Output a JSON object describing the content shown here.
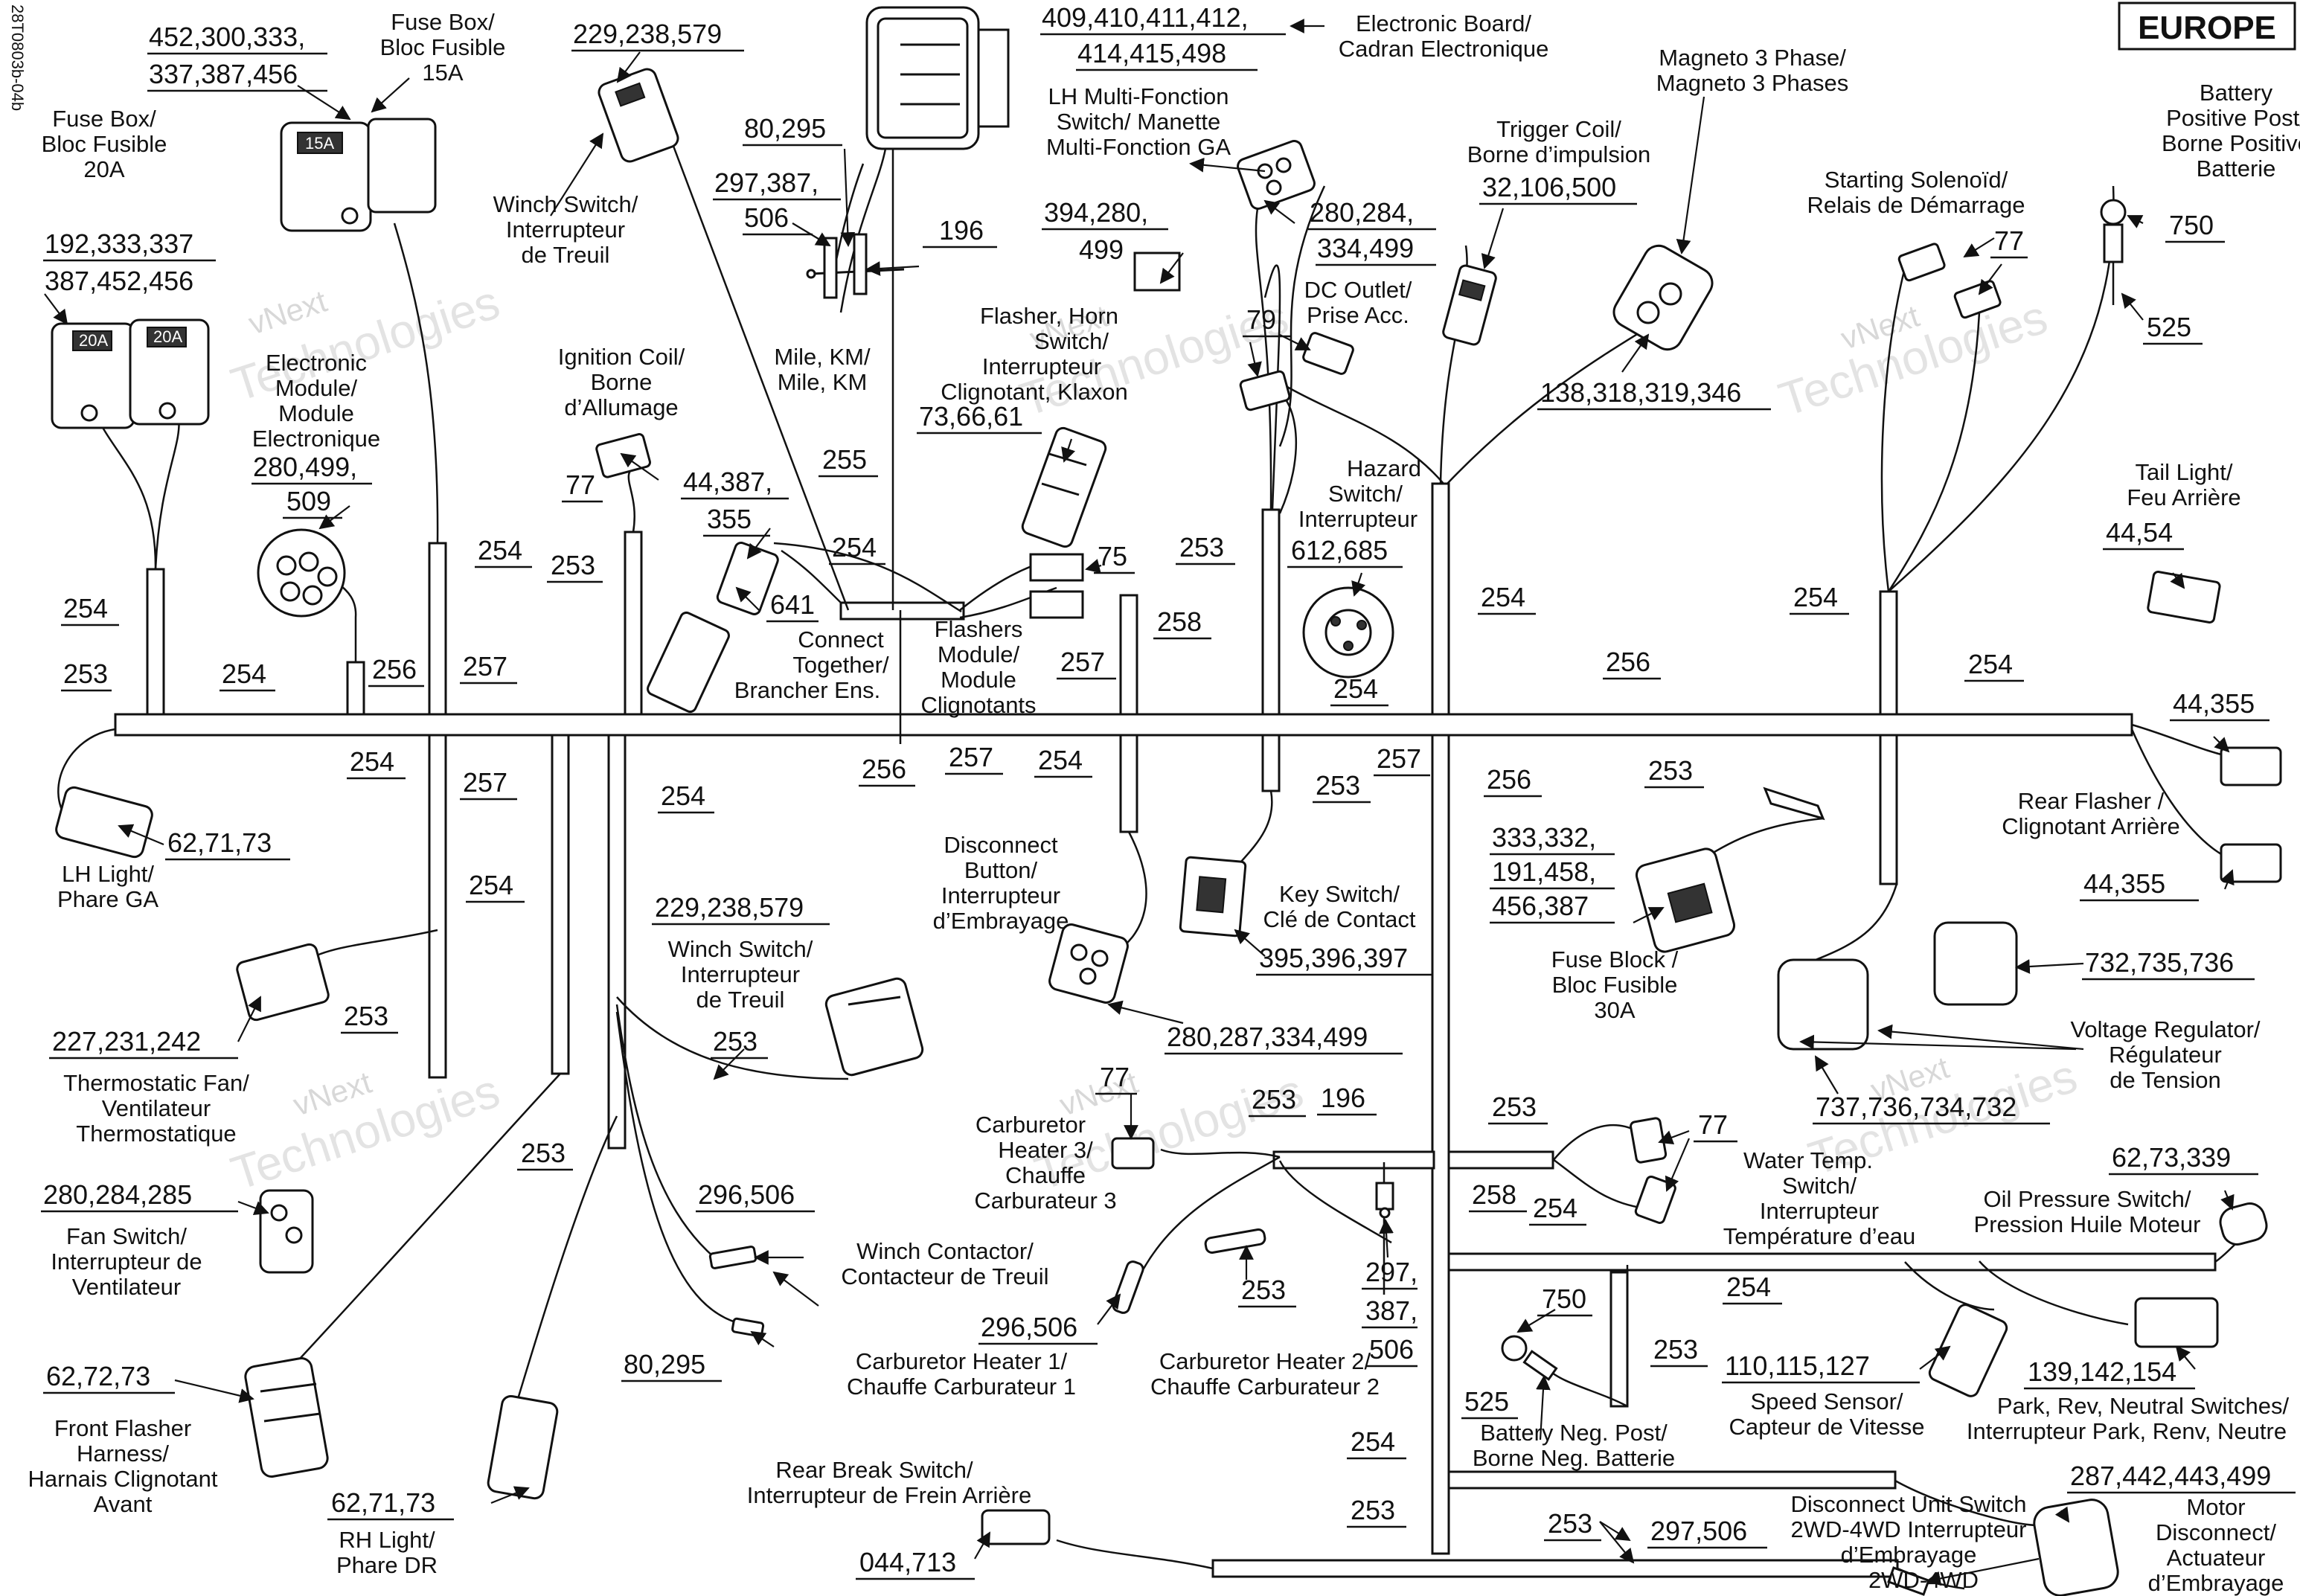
{
  "side_code": "28T0803b-04b",
  "region": "EUROPE",
  "watermark": [
    "vNext",
    "Technologies",
    "vNext Technologies"
  ],
  "components": {
    "fuse_box_20a": {
      "label": [
        "Fuse Box/",
        "Bloc Fusible",
        "20A"
      ],
      "refs": [
        "192,333,337",
        "387,452,456"
      ],
      "marks": [
        "20A",
        "20A"
      ]
    },
    "fuse_box_15a": {
      "label": [
        "Fuse Box/",
        "Bloc Fusible",
        "15A"
      ],
      "refs": [
        "452,300,333,",
        "337,387,456"
      ],
      "marks": [
        "15A"
      ]
    },
    "winch_switch_top": {
      "label": [
        "Winch Switch/",
        "Interrupteur",
        "de Treuil"
      ],
      "refs": [
        "229,238,579"
      ]
    },
    "electronic_board": {
      "label": [
        "Electronic Board/",
        "Cadran Electronique"
      ],
      "refs": [
        "409,410,411,412,",
        "414,415,498"
      ]
    },
    "lh_multi_switch": {
      "label": [
        "LH Multi-Fonction",
        "Switch/ Manette",
        "Multi-Fonction GA"
      ],
      "refs_left": [
        "394,280,",
        "499"
      ],
      "refs_right": [
        "280,284,",
        "334,499"
      ]
    },
    "mile_km": {
      "label": [
        "Mile, KM/",
        "Mile, KM"
      ],
      "refs": [
        "80,295",
        "297,387,",
        "506",
        "196"
      ]
    },
    "electronic_module": {
      "label": [
        "Electronic",
        "Module/",
        "Module",
        "Electronique"
      ],
      "refs": [
        "280,499,",
        "509"
      ]
    },
    "ignition_coil": {
      "label": [
        "Ignition Coil/",
        "Borne",
        "d’Allumage"
      ],
      "refs": [
        "77"
      ]
    },
    "connect_together": {
      "label": [
        "Connect",
        "Together/",
        "Brancher Ens."
      ],
      "refs": [
        "44,387,",
        "355",
        "641"
      ]
    },
    "flasher_horn_switch": {
      "label": [
        "Flasher, Horn",
        "Switch/",
        "Interrupteur",
        "Clignotant, Klaxon"
      ],
      "refs": [
        "73,66,61"
      ]
    },
    "flashers_module": {
      "label": [
        "Flashers",
        "Module/",
        "Module",
        "Clignotants"
      ],
      "refs": [
        "75"
      ]
    },
    "dc_outlet": {
      "label": [
        "DC Outlet/",
        "Prise Acc."
      ],
      "refs": [
        "79"
      ]
    },
    "hazard_switch": {
      "label": [
        "Hazard",
        "Switch/",
        "Interrupteur"
      ],
      "refs": [
        "612,685"
      ]
    },
    "trigger_coil": {
      "label": [
        "Trigger Coil/",
        "Borne d’impulsion"
      ],
      "refs": [
        "32,106,500"
      ]
    },
    "magneto": {
      "label": [
        "Magneto 3 Phase/",
        "Magneto 3 Phases"
      ],
      "refs": [
        "138,318,319,346"
      ]
    },
    "starting_solenoid": {
      "label": [
        "Starting Solenoïd/",
        "Relais de Démarrage"
      ],
      "refs": [
        "77"
      ]
    },
    "battery_positive": {
      "label": [
        "Battery",
        "Positive Post/",
        "Borne Positive",
        "Batterie"
      ],
      "refs": [
        "750",
        "525"
      ]
    },
    "tail_light": {
      "label": [
        "Tail Light/",
        "Feu Arrière"
      ],
      "refs": [
        "44,54"
      ]
    },
    "rear_flasher": {
      "label": [
        "Rear Flasher /",
        "Clignotant Arrière"
      ],
      "refs": [
        "44,355",
        "44,355"
      ]
    },
    "lh_light": {
      "label": [
        "LH Light/",
        "Phare GA"
      ],
      "refs": [
        "62,71,73"
      ]
    },
    "thermostatic_fan": {
      "label": [
        "Thermostatic Fan/",
        "Ventilateur",
        "Thermostatique"
      ],
      "refs": [
        "227,231,242"
      ]
    },
    "fan_switch": {
      "label": [
        "Fan Switch/",
        "Interrupteur de",
        "Ventilateur"
      ],
      "refs": [
        "280,284,285"
      ]
    },
    "front_flasher": {
      "label": [
        "Front Flasher",
        "Harness/",
        "Harnais Clignotant",
        "Avant"
      ],
      "refs": [
        "62,72,73"
      ]
    },
    "rh_light": {
      "label": [
        "RH Light/",
        "Phare DR"
      ],
      "refs": [
        "62,71,73"
      ]
    },
    "winch_switch_mid": {
      "label": [
        "Winch Switch/",
        "Interrupteur",
        "de Treuil"
      ],
      "refs": [
        "229,238,579"
      ]
    },
    "winch_contactor": {
      "label": [
        "Winch Contactor/",
        "Contacteur de Treuil"
      ],
      "refs": [
        "296,506",
        "80,295"
      ]
    },
    "disconnect_button": {
      "label": [
        "Disconnect",
        "Button/",
        "Interrupteur",
        "d’Embrayage"
      ],
      "refs": [
        "280,287,334,499"
      ]
    },
    "key_switch": {
      "label": [
        "Key Switch/",
        "Clé de Contact"
      ],
      "refs": [
        "395,396,397"
      ]
    },
    "fuse_block_30a": {
      "label": [
        "Fuse Block /",
        "Bloc Fusible",
        "30A"
      ],
      "refs": [
        "333,332,",
        "191,458,",
        "456,387"
      ]
    },
    "voltage_regulator": {
      "label": [
        "Voltage Regulator/",
        "Régulateur",
        "de Tension"
      ],
      "refs": [
        "732,735,736",
        "737,736,734,732"
      ]
    },
    "carb_heater_3": {
      "label": [
        "Carburetor",
        "Heater 3/",
        "Chauffe",
        "Carburateur 3"
      ],
      "refs": [
        "77"
      ]
    },
    "carb_heater_1": {
      "label": [
        "Carburetor Heater 1/",
        "Chauffe Carburateur 1"
      ],
      "refs": [
        "296,506"
      ]
    },
    "carb_heater_2": {
      "label": [
        "Carburetor Heater 2/",
        "Chauffe Carburateur 2"
      ],
      "refs": [
        "297,",
        "387,",
        "506"
      ]
    },
    "water_temp_switch": {
      "label": [
        "Water Temp.",
        "Switch/",
        "Interrupteur",
        "Température d’eau"
      ],
      "refs": [
        "77"
      ]
    },
    "oil_pressure_switch": {
      "label": [
        "Oil Pressure Switch/",
        "Pression Huile Moteur"
      ],
      "refs": [
        "62,73,339"
      ]
    },
    "battery_neg": {
      "label": [
        "Battery Neg. Post/",
        "Borne Neg. Batterie"
      ],
      "refs": [
        "750",
        "525"
      ]
    },
    "speed_sensor": {
      "label": [
        "Speed Sensor/",
        "Capteur de Vitesse"
      ],
      "refs": [
        "110,115,127"
      ]
    },
    "neutral_switches": {
      "label": [
        "Park, Rev, Neutral Switches/",
        "Interrupteur Park, Renv, Neutre"
      ],
      "refs": [
        "139,142,154"
      ]
    },
    "rear_brake_switch": {
      "label": [
        "Rear Break Switch/",
        "Interrupteur de Frein Arrière"
      ],
      "refs": [
        "044,713"
      ]
    },
    "disconnect_unit_switch": {
      "label": [
        "Disconnect Unit Switch",
        "2WD-4WD Interrupteur",
        "d’Embrayage",
        "2WD-4WD"
      ],
      "refs": [
        "297,506"
      ]
    },
    "motor_disconnect": {
      "label": [
        "Motor",
        "Disconnect/",
        "Actuateur",
        "d’Embrayage"
      ],
      "refs": [
        "287,442,443,499"
      ]
    }
  },
  "segment_labels": [
    "253",
    "254",
    "254",
    "256",
    "257",
    "254",
    "257",
    "254",
    "253",
    "254",
    "253",
    "253",
    "254",
    "253",
    "255",
    "254",
    "257",
    "257",
    "254",
    "256",
    "258",
    "253",
    "257",
    "253",
    "256",
    "254",
    "254",
    "256",
    "254",
    "253",
    "254",
    "253",
    "196",
    "253",
    "258",
    "254",
    "254",
    "253",
    "253",
    "254",
    "253",
    "253"
  ]
}
